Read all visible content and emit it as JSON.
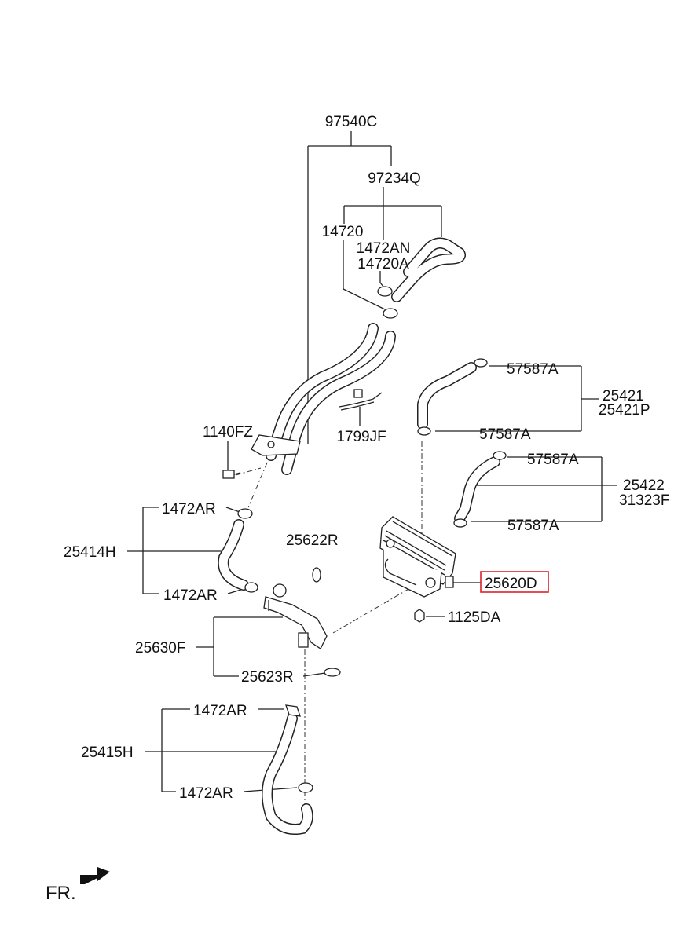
{
  "diagram": {
    "highlight_color": "#e0202a",
    "highlighted_part": "25620D",
    "orientation_label": "FR.",
    "labels": {
      "p97540C": "97540C",
      "p97234Q": "97234Q",
      "p14720": "14720",
      "p1472AN": "1472AN",
      "p14720A": "14720A",
      "p57587A_1": "57587A",
      "p25421": "25421",
      "p25421P": "25421P",
      "p57587A_2": "57587A",
      "p1140FZ": "1140FZ",
      "p1799JF": "1799JF",
      "p57587A_3": "57587A",
      "p25422": "25422",
      "p31323F": "31323F",
      "p57587A_4": "57587A",
      "p1472AR_1": "1472AR",
      "p25414H": "25414H",
      "p25622R": "25622R",
      "p1472AR_2": "1472AR",
      "p25620D": "25620D",
      "p1125DA": "1125DA",
      "p25630F": "25630F",
      "p25623R": "25623R",
      "p1472AR_3": "1472AR",
      "p25415H": "25415H",
      "p1472AR_4": "1472AR"
    }
  }
}
